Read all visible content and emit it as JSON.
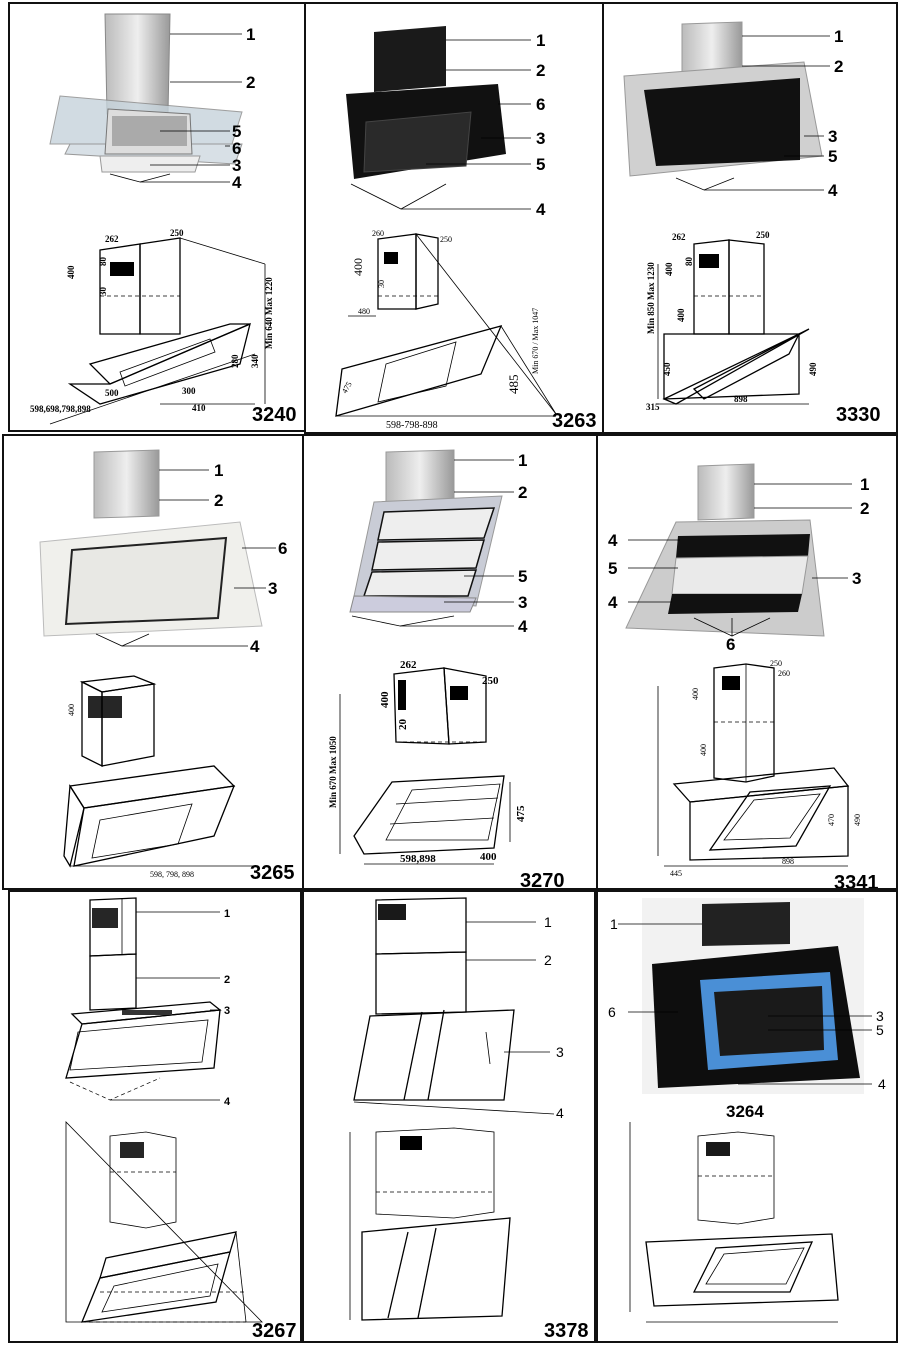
{
  "models": [
    {
      "id": "3240",
      "callouts": [
        "1",
        "2",
        "5",
        "6",
        "3",
        "4"
      ],
      "dims": [
        "262",
        "250",
        "400",
        "80",
        "30",
        "Min 640 Max 1220",
        "280",
        "340",
        "500",
        "300",
        "410",
        "598,698,798,898"
      ]
    },
    {
      "id": "3263",
      "callouts": [
        "1",
        "2",
        "6",
        "3",
        "5",
        "4"
      ],
      "dims": [
        "260",
        "250",
        "400",
        "30",
        "480",
        "Min 670 / Max 1047",
        "485",
        "475",
        "598-798-898"
      ]
    },
    {
      "id": "3330",
      "callouts": [
        "1",
        "2",
        "3",
        "5",
        "4"
      ],
      "dims": [
        "262",
        "250",
        "400",
        "80",
        "400",
        "Min 850 Max 1230",
        "450",
        "490",
        "315",
        "898"
      ]
    },
    {
      "id": "3265",
      "callouts": [
        "1",
        "2",
        "6",
        "3",
        "4"
      ],
      "dims": [
        "400",
        "598, 798, 898"
      ]
    },
    {
      "id": "3270",
      "callouts": [
        "1",
        "2",
        "5",
        "3",
        "4"
      ],
      "dims": [
        "262",
        "250",
        "400",
        "20",
        "Min 670 Max 1050",
        "475",
        "598,898",
        "400"
      ]
    },
    {
      "id": "3341",
      "callouts": [
        "1",
        "2",
        "4",
        "5",
        "3",
        "4",
        "6"
      ],
      "dims": [
        "250",
        "260",
        "400",
        "400",
        "470",
        "490",
        "445",
        "898"
      ]
    },
    {
      "id": "3267",
      "callouts": [
        "1",
        "2",
        "3",
        "4"
      ],
      "dims": []
    },
    {
      "id": "3378",
      "callouts": [
        "1",
        "2",
        "3",
        "4"
      ],
      "dims": []
    },
    {
      "id": "3264",
      "callouts": [
        "1",
        "6",
        "3",
        "5",
        "4"
      ],
      "dims": []
    }
  ]
}
